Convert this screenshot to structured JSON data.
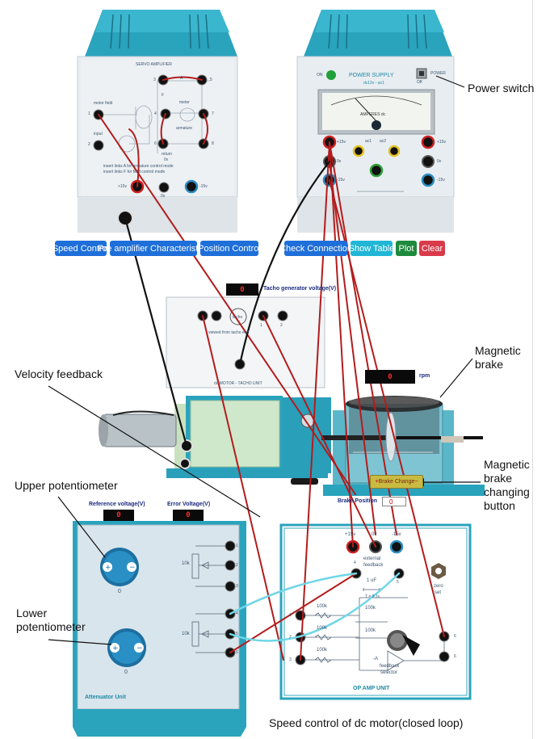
{
  "controls": {
    "speed_control": "Speed Control",
    "pre_amplifier": "Pre amplifier Characteristics",
    "position_control": "Position Control",
    "check_connection": "Check Connection",
    "show_table": "Show Table",
    "plot": "Plot",
    "clear": "Clear"
  },
  "colors": {
    "blue_button": "#1e6fd9",
    "cyan_button": "#21b6d6",
    "green_button": "#1e8a3c",
    "red_button": "#d93a4a",
    "housing_teal": "#2aa3bd",
    "panel_grey": "#dde3e8",
    "wire_red": "#b31c1c",
    "wire_black": "#111111",
    "wire_cyan": "#6fd6e6"
  },
  "servo_amplifier": {
    "title": "SERVO AMPLIFIER",
    "motor_field": "motor field",
    "input": "input",
    "field": "F",
    "arm_a": "A",
    "meter": "meter",
    "armature": "armature",
    "return_label": "return",
    "zero_v": "0v",
    "note1": "insert links A for armature control mode",
    "note2": "insert links F for field control mode",
    "plus15": "+15v",
    "zero_v_bottom": "0v",
    "minus15": "-15v",
    "n1": "1",
    "n2": "2",
    "n3": "3",
    "n4": "4",
    "n5": "5",
    "n6": "6",
    "n7": "7",
    "n8": "8"
  },
  "power_supply": {
    "title": "POWER SUPPLY",
    "subtitle": "dc12v - ac1",
    "on": "ON",
    "power": "POWER",
    "off": "Off",
    "meter_label": "AMPERES dc",
    "plus15": "+15v",
    "zero_v": "0v",
    "minus15": "-15v",
    "ac1": "ac1",
    "ac2": "ac2",
    "right_plus15": "+15v",
    "right_0v": "0v",
    "right_minus15": "-15v"
  },
  "tacho": {
    "display": "0",
    "voltage_label": "Tacho generator voltage(V)",
    "tacho": "tacho",
    "viewed": "viewed from tacho end",
    "unit": "dc MOTOR - TACHO UNIT",
    "n1": "1",
    "n2": "2"
  },
  "brake": {
    "rpm_display": "0",
    "rpm_label": "rpm",
    "change_button": "Brake Change",
    "position_label": "Brake Position",
    "position_value": "0"
  },
  "attenuator": {
    "ref_label": "Reference voltage(V)",
    "ref_value": "0",
    "err_label": "Error Voltage(V)",
    "err_value": "0",
    "upper_knob_value": "0",
    "lower_knob_value": "0",
    "r1": "10k",
    "r2": "10k",
    "unit": "Attenuator Unit",
    "n1": "1",
    "n2": "2",
    "n3": "3",
    "n4": "4",
    "n5": "5",
    "n6": "6"
  },
  "opamp": {
    "plus15": "+15v",
    "zero_v": "0v",
    "minus15": "-15v",
    "external": "external",
    "feedback": "feedback",
    "zero": "zero",
    "set": "set",
    "cap": "1 uF",
    "tau": "T = 0.1s",
    "r100k": "100k",
    "feedback_selector1": "feedback",
    "feedback_selector2": "selector",
    "unit": "OP AMP UNIT",
    "n1": "1",
    "n2": "2",
    "n3": "3",
    "n4": "4",
    "n5": "5",
    "n6": "6",
    "n6b": "6",
    "a_label": "-A"
  },
  "callouts": {
    "power_switch": "Power switch",
    "magnetic_brake_1": "Magnetic",
    "magnetic_brake_2": "brake",
    "velocity_feedback": "Velocity feedback",
    "brake_button_1": "Magnetic",
    "brake_button_2": "brake",
    "brake_button_3": "changing",
    "brake_button_4": "button",
    "upper_pot": "Upper potentiometer",
    "lower_pot_1": "Lower",
    "lower_pot_2": "potentiometer"
  },
  "caption": "Speed control of dc motor(closed loop)"
}
